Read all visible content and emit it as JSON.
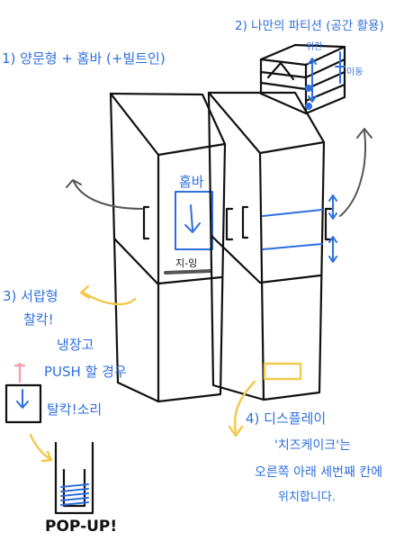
{
  "labels": {
    "label_1": "1) 양문형 + 홈바 (+빌트인)",
    "label_2": "2) 나만의 파티션 (공간 활용)",
    "partition_top": "위칸",
    "partition_side": "이동",
    "hombar": "홈바",
    "handle_label": "지-잉",
    "label_3_title": "3) 서랍형",
    "label_3_click": "찰칵!",
    "label_3_fridge": "냉장고",
    "push_text": "PUSH 할 경우",
    "click_sound": "탈칵!소리",
    "popup": "POP-UP!",
    "label_4_title": "4) 디스플레이",
    "label_4_line1": "'치즈케이크'는",
    "label_4_line2": "오른쪽 아래 세번째 칸에",
    "label_4_line3": "위치합니다."
  },
  "colors": {
    "ink": "#111111",
    "blue": "#2f6fe0",
    "yellow": "#f2c94c",
    "pink": "#f4a0a8",
    "gray": "#555555"
  }
}
